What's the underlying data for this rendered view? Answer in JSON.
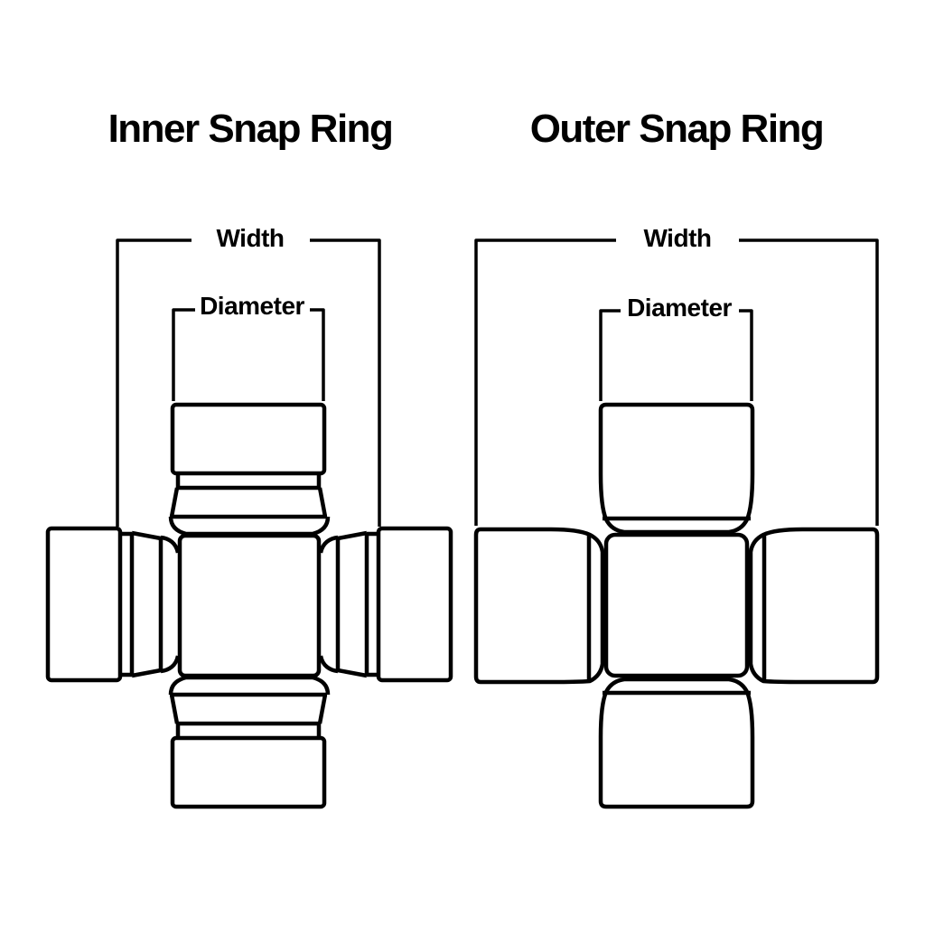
{
  "colors": {
    "background": "#ffffff",
    "line": "#000000",
    "text": "#000000"
  },
  "panels": [
    {
      "id": "inner",
      "title": "Inner Snap Ring",
      "dimensions": {
        "width_label": "Width",
        "diameter_label": "Diameter"
      }
    },
    {
      "id": "outer",
      "title": "Outer Snap Ring",
      "dimensions": {
        "width_label": "Width",
        "diameter_label": "Diameter"
      }
    }
  ]
}
